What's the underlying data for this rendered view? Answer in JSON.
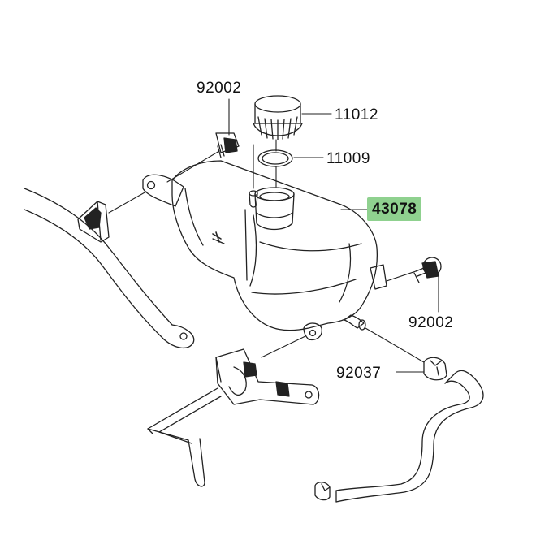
{
  "colors": {
    "line": "#222222",
    "highlight": "#8fd18f",
    "background": "#ffffff"
  },
  "parts": [
    {
      "number": "92002",
      "role": "upper bolt"
    },
    {
      "number": "11012",
      "role": "cap"
    },
    {
      "number": "11009",
      "role": "gasket"
    },
    {
      "number": "43078",
      "role": "reservoir tank",
      "highlighted": true
    },
    {
      "number": "92002",
      "role": "side bolt"
    },
    {
      "number": "92037",
      "role": "hose clamp"
    }
  ]
}
